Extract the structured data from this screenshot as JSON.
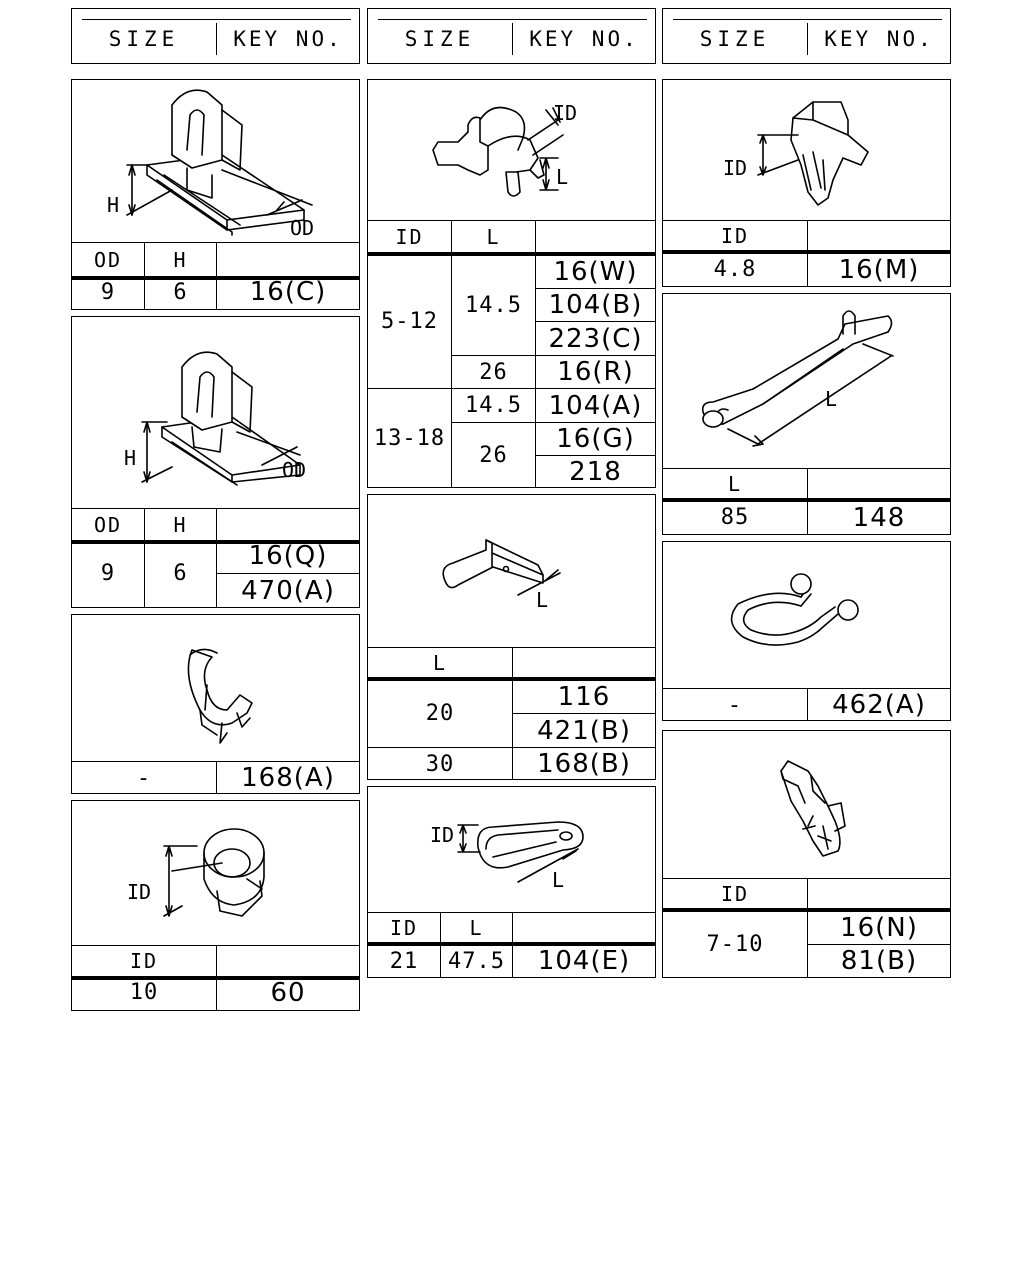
{
  "headers": {
    "size": "SIZE",
    "key_no": "KEY NO."
  },
  "col1": {
    "part1": {
      "label_od": "OD",
      "label_h": "H",
      "th": [
        "OD",
        "H"
      ],
      "rows": [
        {
          "od": "9",
          "h": "6",
          "keys": [
            "16(C)"
          ]
        }
      ]
    },
    "part2": {
      "label_od": "OD",
      "label_h": "H",
      "th": [
        "OD",
        "H"
      ],
      "rows": [
        {
          "od": "9",
          "h": "6",
          "keys": [
            "16(Q)",
            "470(A)"
          ]
        }
      ]
    },
    "part3": {
      "size": "-",
      "key": "168(A)"
    },
    "part4": {
      "label_id": "ID",
      "th": [
        "ID"
      ],
      "size": "10",
      "key": "60"
    }
  },
  "col2": {
    "part1": {
      "label_id": "ID",
      "label_l": "L",
      "th": [
        "ID",
        "L"
      ],
      "groups": [
        {
          "id": "5-12",
          "sub": [
            {
              "l": "14.5",
              "keys": [
                "16(W)",
                "104(B)",
                "223(C)"
              ]
            },
            {
              "l": "26",
              "keys": [
                "16(R)"
              ]
            }
          ]
        },
        {
          "id": "13-18",
          "sub": [
            {
              "l": "14.5",
              "keys": [
                "104(A)"
              ]
            },
            {
              "l": "26",
              "keys": [
                "16(G)",
                "218"
              ]
            }
          ]
        }
      ]
    },
    "part2": {
      "label_l": "L",
      "th": [
        "L"
      ],
      "rows": [
        {
          "l": "20",
          "keys": [
            "116",
            "421(B)"
          ]
        },
        {
          "l": "30",
          "keys": [
            "168(B)"
          ]
        }
      ]
    },
    "part3": {
      "label_id": "ID",
      "label_l": "L",
      "th": [
        "ID",
        "L"
      ],
      "id": "21",
      "l": "47.5",
      "key": "104(E)"
    }
  },
  "col3": {
    "part1": {
      "label_id": "ID",
      "th": [
        "ID"
      ],
      "size": "4.8",
      "key": "16(M)"
    },
    "part2": {
      "label_l": "L",
      "th": [
        "L"
      ],
      "size": "85",
      "key": "148"
    },
    "part3": {
      "size": "-",
      "key": "462(A)"
    },
    "part4": {
      "th": [
        "ID"
      ],
      "size": "7-10",
      "keys": [
        "16(N)",
        "81(B)"
      ]
    }
  }
}
